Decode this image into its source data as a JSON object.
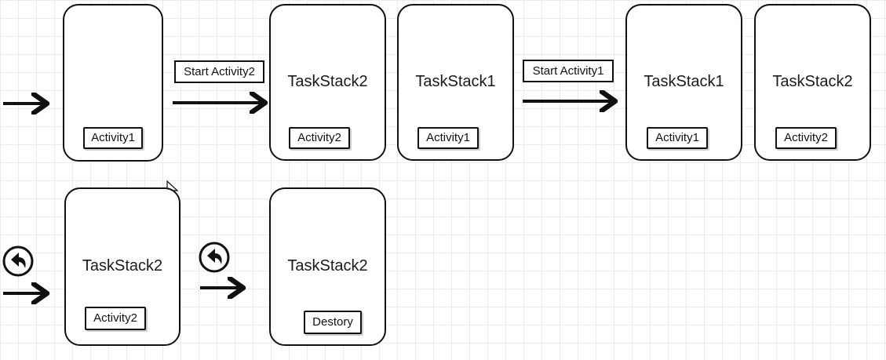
{
  "row1": {
    "card_activity1": {
      "chip": "Activity1"
    },
    "transition_1": {
      "label": "Start Activity2"
    },
    "card_taskstack2_a": {
      "title": "TaskStack2",
      "chip": "Activity2"
    },
    "card_taskstack1_a": {
      "title": "TaskStack1",
      "chip": "Activity1"
    },
    "transition_2": {
      "label": "Start Activity1"
    },
    "card_taskstack1_b": {
      "title": "TaskStack1",
      "chip": "Activity1"
    },
    "card_taskstack2_b": {
      "title": "TaskStack2",
      "chip": "Activity2"
    }
  },
  "row2": {
    "card_taskstack2_c": {
      "title": "TaskStack2",
      "chip": "Activity2"
    },
    "card_taskstack2_d": {
      "title": "TaskStack2",
      "chip": "Destory"
    }
  },
  "icons": {
    "back": "back-arrow-icon",
    "cursor": "mouse-cursor-icon"
  },
  "colors": {
    "stroke": "#111111",
    "grid": "#ececec",
    "background": "#ffffff"
  }
}
